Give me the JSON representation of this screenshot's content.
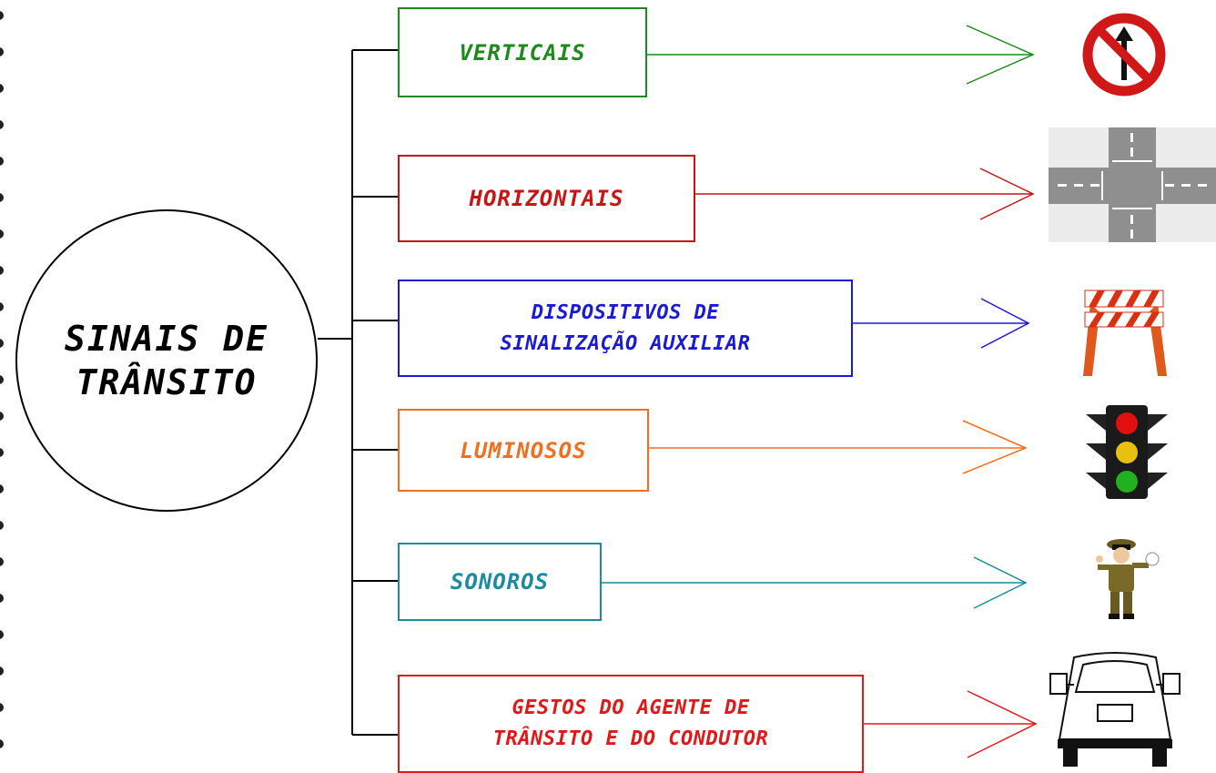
{
  "diagram": {
    "root": {
      "line1": "SINAIS DE",
      "line2": "TRÂNSITO"
    },
    "branches": [
      {
        "line1": "VERTICAIS",
        "color": "#1c8a1c",
        "icon": "no-straight-ahead-sign-icon"
      },
      {
        "line1": "HORIZONTAIS",
        "color": "#c81414",
        "icon": "road-markings-intersection-icon"
      },
      {
        "line1": "DISPOSITIVOS DE",
        "line2": "SINALIZAÇÃO AUXILIAR",
        "color": "#1a1ad6",
        "icon": "road-barrier-icon"
      },
      {
        "line1": "LUMINOSOS",
        "color": "#f07020",
        "icon": "traffic-light-icon"
      },
      {
        "line1": "SONOROS",
        "color": "#1a8ca0",
        "icon": "traffic-officer-whistle-icon"
      },
      {
        "line1": "GESTOS DO AGENTE DE",
        "line2": "TRÂNSITO E DO CONDUTOR",
        "color": "#e01818",
        "icon": "car-rear-hand-signal-icon"
      }
    ]
  }
}
